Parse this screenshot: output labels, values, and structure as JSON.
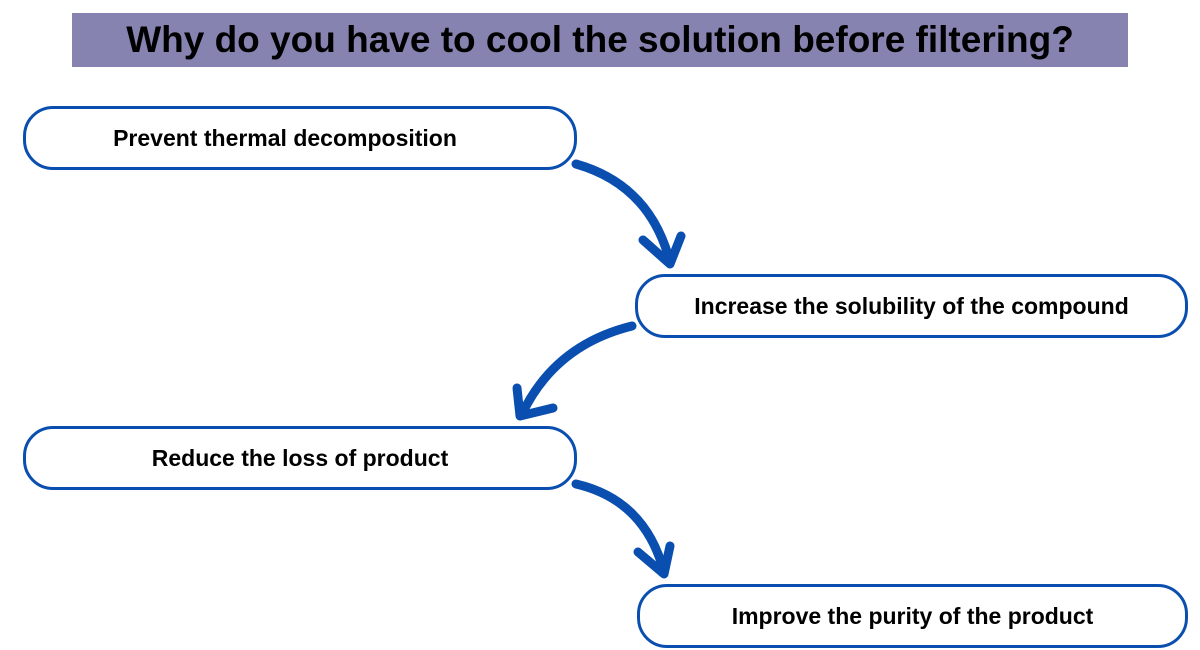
{
  "title": "Why do you have to cool the solution before filtering?",
  "steps": [
    {
      "label": "Prevent thermal decomposition"
    },
    {
      "label": "Increase the solubility of the compound"
    },
    {
      "label": "Reduce the loss of product"
    },
    {
      "label": "Improve the purity of the product"
    }
  ],
  "colors": {
    "title_bg": "#8683b0",
    "accent": "#0a4fb0"
  }
}
